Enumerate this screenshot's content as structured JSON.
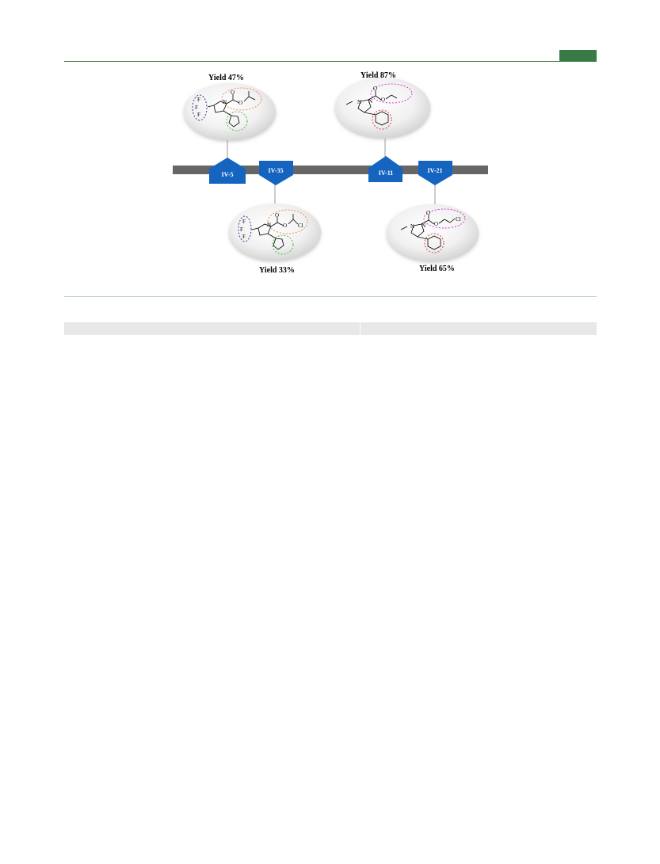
{
  "markers": [
    {
      "id": "IV-5",
      "label": "IV-5",
      "yield": "Yield 47%"
    },
    {
      "id": "IV-35",
      "label": "IV-35",
      "yield": "Yield 33%"
    },
    {
      "id": "IV-11",
      "label": "IV-11",
      "yield": "Yield 87%"
    },
    {
      "id": "IV-21",
      "label": "IV-21",
      "yield": "Yield 65%"
    }
  ],
  "atoms": {
    "n": "N",
    "o": "O",
    "f": "F",
    "cl": "Cl"
  },
  "colors": {
    "accent_green": "#3a7a45",
    "marker_blue": "#1565c0",
    "timeline_gray": "#666666",
    "circle_blue": "#3a3aa0",
    "circle_orange": "#f08a5a",
    "circle_green": "#3ec43e",
    "circle_magenta": "#d23ad2",
    "circle_red": "#e03a3a"
  }
}
